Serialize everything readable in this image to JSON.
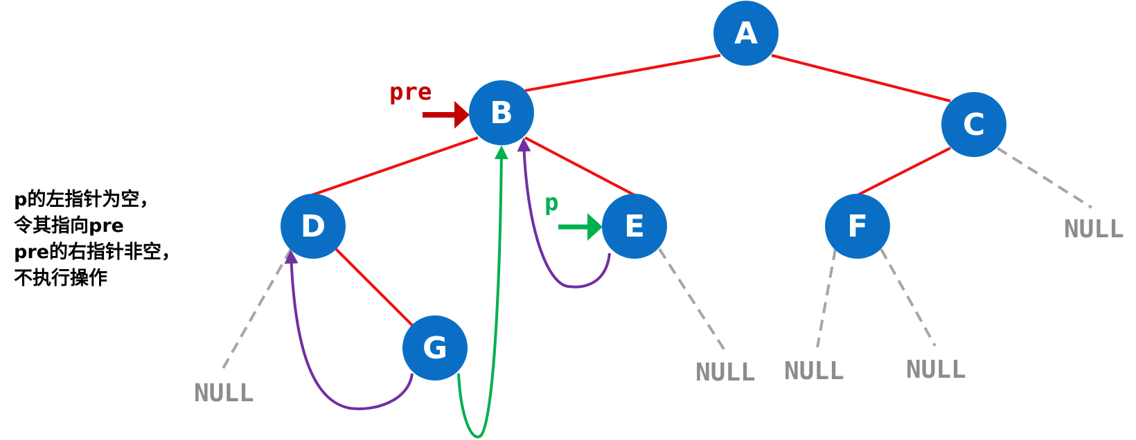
{
  "colors": {
    "node_fill": "#0a6fc4",
    "node_text": "#ffffff",
    "tree_edge": "#ee1111",
    "null_edge": "#a6a6a6",
    "null_text": "#8c8c8c",
    "pre": "#c00000",
    "p": "#00b050",
    "thread": "#7030a0"
  },
  "nodes": {
    "A": "A",
    "B": "B",
    "C": "C",
    "D": "D",
    "E": "E",
    "F": "F",
    "G": "G"
  },
  "null_label": "NULL",
  "pointers": {
    "pre": "pre",
    "p": "p"
  },
  "note_lines": [
    "p的左指针为空，",
    "令其指向pre",
    "pre的右指针非空，",
    "不执行操作"
  ]
}
